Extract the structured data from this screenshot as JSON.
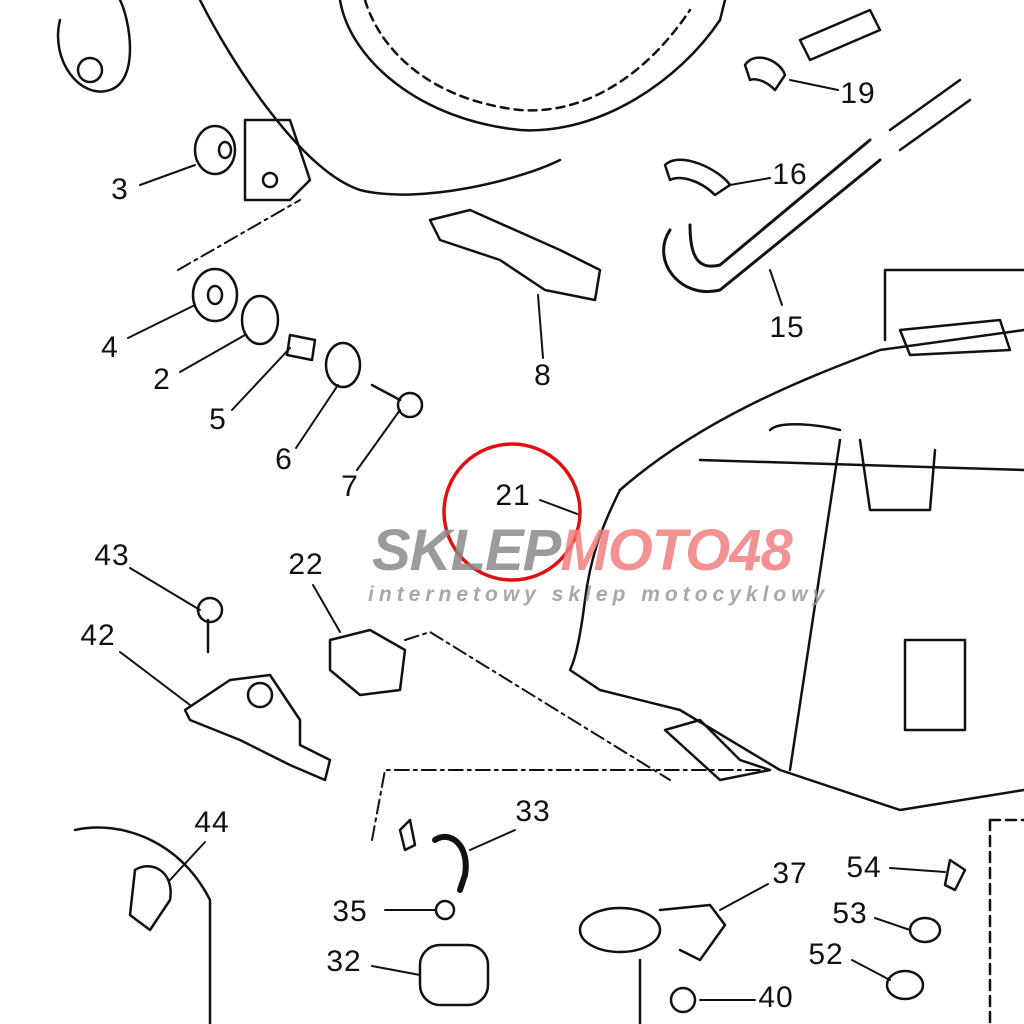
{
  "diagram": {
    "part_labels": {
      "p3": "3",
      "p4": "4",
      "p2": "2",
      "p5": "5",
      "p6": "6",
      "p7": "7",
      "p8": "8",
      "p15": "15",
      "p16": "16",
      "p19": "19",
      "p21": "21",
      "p22": "22",
      "p43": "43",
      "p42": "42",
      "p44": "44",
      "p33": "33",
      "p35": "35",
      "p32": "32",
      "p37": "37",
      "p54": "54",
      "p53": "53",
      "p52": "52",
      "p40": "40"
    },
    "highlighted_part": "21",
    "highlight_color": "#e01010"
  },
  "watermark": {
    "brand_gray": "SKLEP",
    "brand_red": "MOTO48",
    "tagline": "internetowy sklep motocyklowy"
  }
}
